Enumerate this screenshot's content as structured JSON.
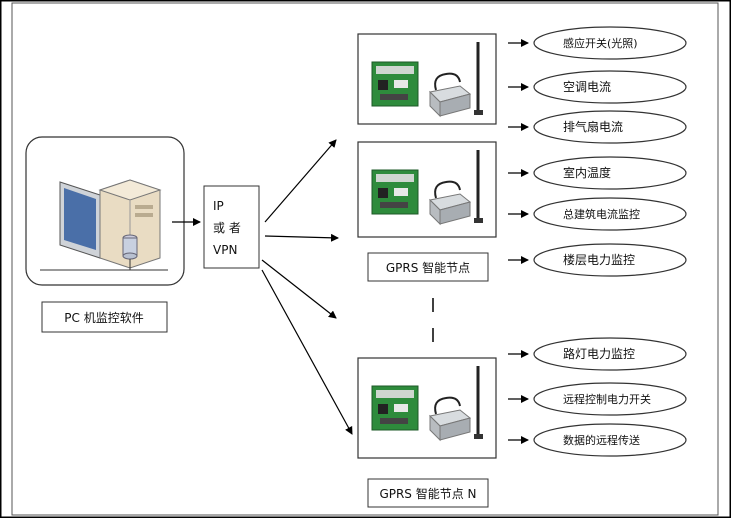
{
  "pc": {
    "label": "PC 机监控软件"
  },
  "network": {
    "lines": [
      "IP",
      "或 者",
      "VPN"
    ]
  },
  "nodes": [
    {
      "caption": ""
    },
    {
      "caption": "GPRS 智能节点"
    },
    {
      "caption": "GPRS 智能节点 N"
    }
  ],
  "functions": [
    "感应开关(光照)",
    "空调电流",
    "排气扇电流",
    "室内温度",
    "总建筑电流监控",
    "楼层电力监控",
    "路灯电力监控",
    "远程控制电力开关",
    "数据的远程传送"
  ],
  "colors": {
    "board": "#2e8b3c",
    "line": "#000000",
    "module": "#b8bcc0"
  }
}
